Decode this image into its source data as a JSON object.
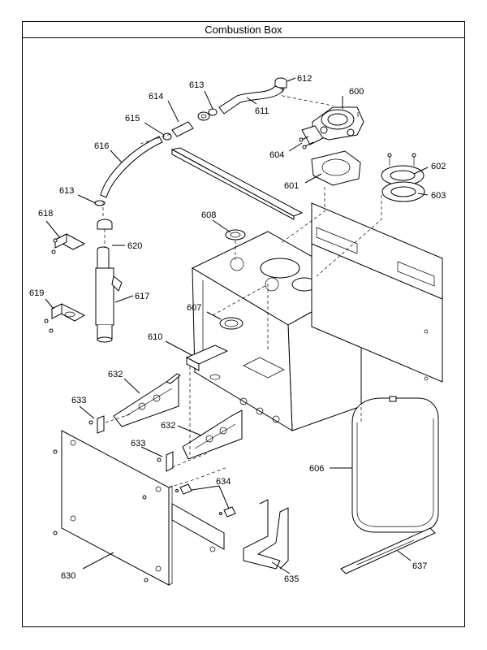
{
  "title": "Combustion Box",
  "callouts": {
    "c600": "600",
    "c601": "601",
    "c602": "602",
    "c603": "603",
    "c604": "604",
    "c606": "606",
    "c607": "607",
    "c608": "608",
    "c610": "610",
    "c611": "611",
    "c612": "612",
    "c613a": "613",
    "c613b": "613",
    "c614": "614",
    "c615": "615",
    "c616": "616",
    "c617": "617",
    "c618": "618",
    "c619": "619",
    "c620": "620",
    "c630": "630",
    "c632a": "632",
    "c632b": "632",
    "c633a": "633",
    "c633b": "633",
    "c634": "634",
    "c635": "635",
    "c637": "637"
  }
}
